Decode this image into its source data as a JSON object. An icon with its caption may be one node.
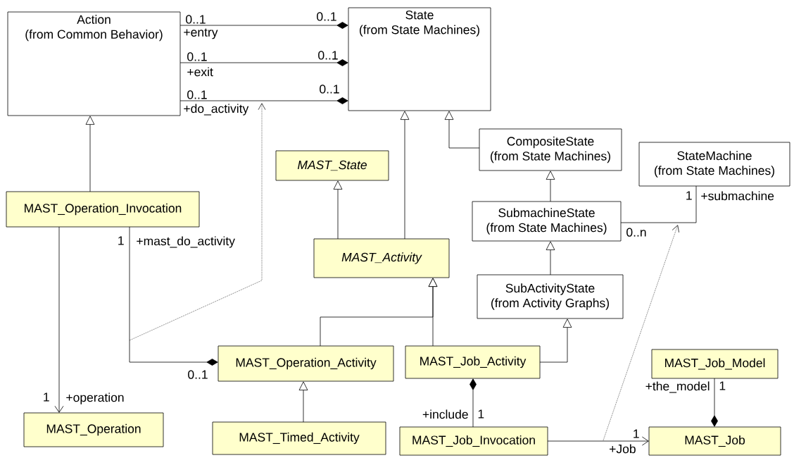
{
  "diagram": {
    "nodes": [
      {
        "text": [
          "Action",
          "(from Common Behavior)"
        ]
      },
      {
        "text": [
          "State",
          "(from State Machines)"
        ]
      },
      {
        "text": [
          "MAST_State"
        ]
      },
      {
        "text": [
          "CompositeState",
          "(from State Machines)"
        ]
      },
      {
        "text": [
          "StateMachine",
          "(from State Machines)"
        ]
      },
      {
        "text": [
          "MAST_Operation_Invocation"
        ]
      },
      {
        "text": [
          "SubmachineState",
          "(from State Machines)"
        ]
      },
      {
        "text": [
          "MAST_Activity"
        ]
      },
      {
        "text": [
          "SubActivityState",
          "(from Activity Graphs)"
        ]
      },
      {
        "text": [
          "MAST_Operation_Activity"
        ]
      },
      {
        "text": [
          "MAST_Job_Activity"
        ]
      },
      {
        "text": [
          "MAST_Job_Model"
        ]
      },
      {
        "text": [
          "MAST_Operation"
        ]
      },
      {
        "text": [
          "MAST_Timed_Activity"
        ]
      },
      {
        "text": [
          "MAST_Job_Invocation"
        ]
      },
      {
        "text": [
          "MAST_Job"
        ]
      }
    ],
    "edges": [
      {
        "from": 0,
        "to": 1,
        "arrow": "other"
      },
      {
        "from": 0,
        "to": 1,
        "arrow": "other"
      },
      {
        "from": 0,
        "to": 1,
        "arrow": "other"
      },
      {
        "from": 5,
        "to": 0,
        "arrow": "to"
      },
      {
        "from": 7,
        "to": 1,
        "arrow": "to"
      },
      {
        "from": 3,
        "to": 1,
        "arrow": "to"
      },
      {
        "from": 6,
        "to": 3,
        "arrow": "to"
      },
      {
        "from": 8,
        "to": 6,
        "arrow": "to"
      },
      {
        "from": 7,
        "to": 2,
        "arrow": "to"
      },
      {
        "from": 9,
        "to": 7,
        "arrow": "to"
      },
      {
        "from": 10,
        "to": 7,
        "arrow": "to"
      },
      {
        "from": 10,
        "to": 8,
        "arrow": "to"
      },
      {
        "from": 13,
        "to": 9,
        "arrow": "to"
      },
      {
        "from": 5,
        "to": 12,
        "arrow": "to"
      },
      {
        "from": 5,
        "to": 9,
        "arrow": "other"
      },
      {
        "from": 6,
        "to": 4,
        "arrow": "none"
      },
      {
        "from": 14,
        "to": 10,
        "arrow": "other"
      },
      {
        "from": 11,
        "to": 15,
        "arrow": "other"
      },
      {
        "from": 14,
        "to": 15,
        "arrow": "to"
      }
    ],
    "labels": [
      "0..1",
      "0..1",
      "+entry",
      "0..1",
      "0..1",
      "+exit",
      "0..1",
      "0..1",
      "+do_activity",
      "1",
      "+submachine",
      "0..n",
      "1",
      "+mast_do_activity",
      "0..1",
      "+the_model",
      "1",
      "1",
      "+operation",
      "+include",
      "1",
      "1",
      "+Job"
    ]
  }
}
